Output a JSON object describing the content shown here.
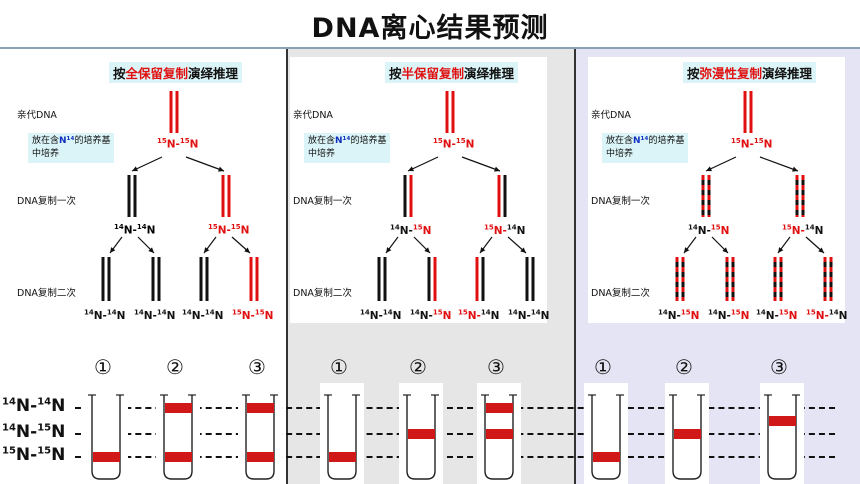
{
  "title": "DNA离心结果预测",
  "labels": {
    "parent": "亲代DNA",
    "first": "DNA复制一次",
    "second": "DNA复制二次",
    "note_line1_pre": "放在含",
    "note_line1_sup": "N¹⁴",
    "note_line1_post": "的培养基",
    "note_line2": "中培养"
  },
  "panels": [
    {
      "id": "conservative",
      "header_pre": "按",
      "header_red": "全保留复制",
      "header_post": "演绎推理",
      "parent": "15N-15N",
      "gen1": [
        "14N-14N",
        "15N-15N"
      ],
      "gen2": [
        "14N-14N",
        "14N-14N",
        "14N-14N",
        "15N-15N"
      ]
    },
    {
      "id": "semiconservative",
      "header_pre": "按",
      "header_red": "半保留复制",
      "header_post": "演绎推理",
      "parent": "15N-15N",
      "gen1": [
        "14N-15N",
        "15N-14N"
      ],
      "gen2": [
        "14N-14N",
        "14N-15N",
        "15N-14N",
        "14N-14N"
      ]
    },
    {
      "id": "dispersive",
      "header_pre": "按",
      "header_red": "弥漫性复制",
      "header_post": "演绎推理",
      "parent": "15N-15N",
      "gen1": [
        "14N-15N",
        "15N-14N"
      ],
      "gen2": [
        "14N-15N",
        "14N-15N",
        "14N-15N",
        "15N-14N"
      ]
    }
  ],
  "tube_numbers": [
    "①",
    "②",
    "③",
    "①",
    "②",
    "③",
    "①",
    "②",
    "③"
  ],
  "row_labels": [
    "14N-14N",
    "14N-15N",
    "15N-15N"
  ],
  "tubes": [
    {
      "bands": [
        "15N-15N"
      ]
    },
    {
      "bands": [
        "14N-14N",
        "15N-15N"
      ]
    },
    {
      "bands": [
        "14N-14N",
        "15N-15N"
      ]
    },
    {
      "bands": [
        "15N-15N"
      ]
    },
    {
      "bands": [
        "14N-15N"
      ]
    },
    {
      "bands": [
        "14N-14N",
        "14N-15N"
      ]
    },
    {
      "bands": [
        "15N-15N"
      ]
    },
    {
      "bands": [
        "14N-15N"
      ]
    },
    {
      "bands": [
        "mid-upper"
      ]
    }
  ],
  "colors": {
    "heavy": "#e01010",
    "light": "#111111",
    "band": "#d01818"
  }
}
